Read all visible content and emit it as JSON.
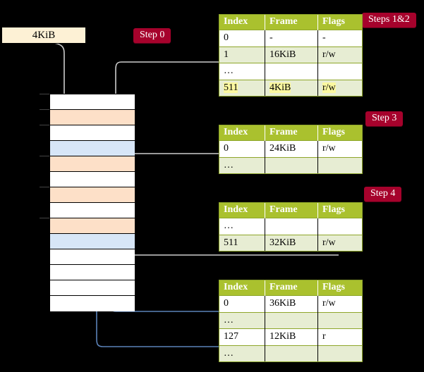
{
  "source": {
    "label": "4KiB"
  },
  "badges": {
    "step0": "Step 0",
    "steps12": "Steps 1&2",
    "step3": "Step 3",
    "step4": "Step 4"
  },
  "memory": {
    "name": "physical-memory-column",
    "rows": [
      {
        "fill": "white"
      },
      {
        "fill": "orange"
      },
      {
        "fill": "white"
      },
      {
        "fill": "blue"
      },
      {
        "fill": "orange"
      },
      {
        "fill": "white"
      },
      {
        "fill": "orange"
      },
      {
        "fill": "white"
      },
      {
        "fill": "orange"
      },
      {
        "fill": "blue"
      },
      {
        "fill": "white"
      },
      {
        "fill": "white"
      },
      {
        "fill": "white"
      },
      {
        "fill": "white"
      }
    ]
  },
  "tables": {
    "headers": [
      "Index",
      "Frame",
      "Flags"
    ],
    "t1": {
      "rows": [
        {
          "index": "0",
          "frame": "-",
          "flags": "-",
          "shade": "odd",
          "highlight": false
        },
        {
          "index": "1",
          "frame": "16KiB",
          "flags": "r/w",
          "shade": "even",
          "highlight": false
        },
        {
          "index": "…",
          "frame": "",
          "flags": "",
          "shade": "odd",
          "highlight": false
        },
        {
          "index": "511",
          "frame": "4KiB",
          "flags": "r/w",
          "shade": "even",
          "highlight": true
        }
      ]
    },
    "t2": {
      "rows": [
        {
          "index": "0",
          "frame": "24KiB",
          "flags": "r/w",
          "shade": "odd",
          "highlight": false
        },
        {
          "index": "…",
          "frame": "",
          "flags": "",
          "shade": "even",
          "highlight": false
        }
      ]
    },
    "t3": {
      "rows": [
        {
          "index": "…",
          "frame": "",
          "flags": "",
          "shade": "odd",
          "highlight": false
        },
        {
          "index": "511",
          "frame": "32KiB",
          "flags": "r/w",
          "shade": "even",
          "highlight": false
        }
      ]
    },
    "t4": {
      "rows": [
        {
          "index": "0",
          "frame": "36KiB",
          "flags": "r/w",
          "shade": "odd",
          "highlight": false
        },
        {
          "index": "…",
          "frame": "",
          "flags": "",
          "shade": "even",
          "highlight": false
        },
        {
          "index": "127",
          "frame": "12KiB",
          "flags": "r",
          "shade": "odd",
          "highlight": false
        },
        {
          "index": "…",
          "frame": "",
          "flags": "",
          "shade": "even",
          "highlight": false
        }
      ]
    }
  },
  "colors": {
    "badge": "#a6022c",
    "table_header": "#aac12e",
    "table_alt_row": "#e7edd3",
    "highlight": "#fbf8a0",
    "memory_orange": "#fde0c8",
    "memory_blue": "#d7e6f7",
    "source_box": "#fdf1d5",
    "arrow_grey": "#c9c9c9",
    "arrow_blue": "#5b82b8"
  }
}
